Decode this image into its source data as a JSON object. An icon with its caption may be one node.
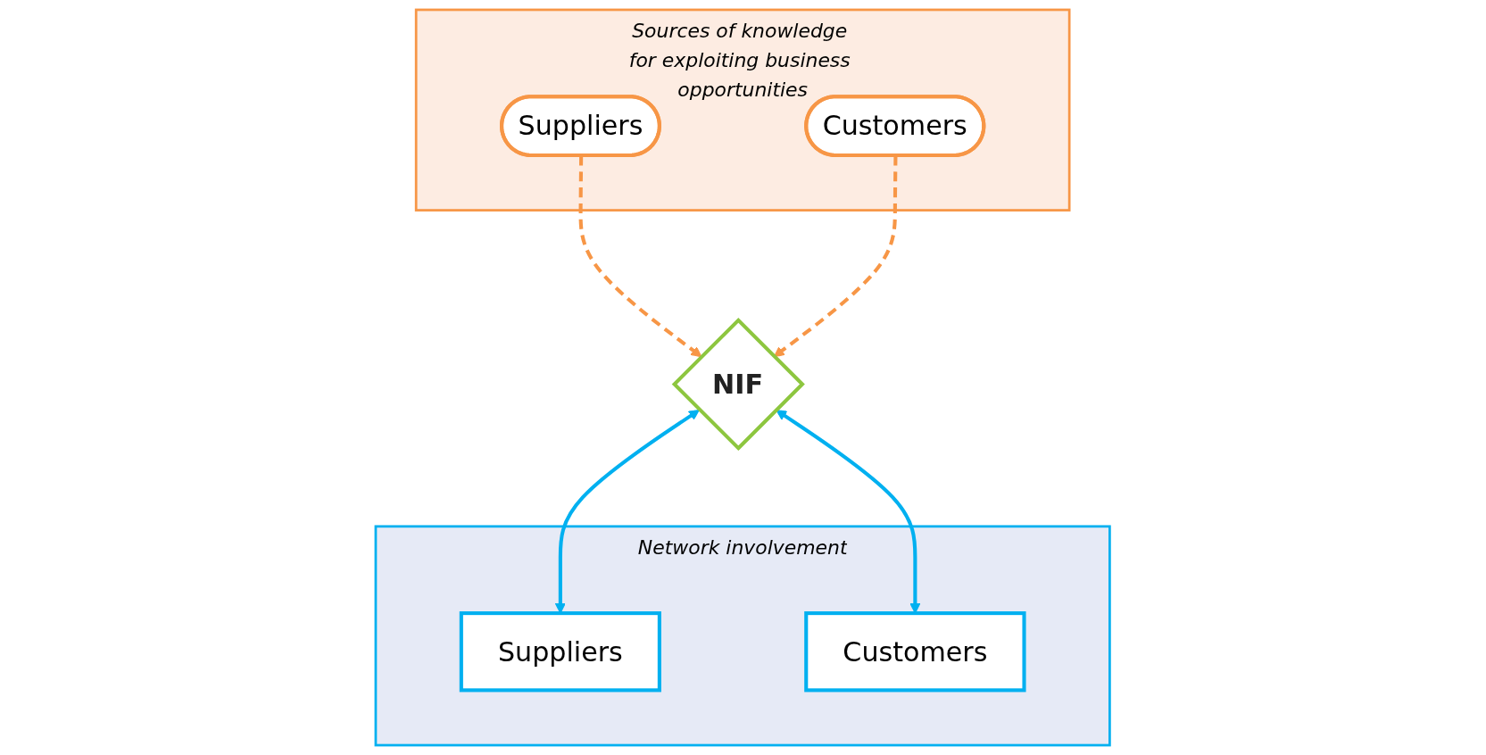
{
  "diagram": {
    "nodes": [
      {
        "text": [
          "Sources of knowledge for exploiting business opportunities"
        ]
      },
      {
        "text": [
          "Suppliers"
        ],
        "in": 0
      },
      {
        "text": [
          "Customers"
        ],
        "in": 0
      },
      {
        "text": [
          "NIF"
        ]
      },
      {
        "text": [
          "Network involvement"
        ]
      },
      {
        "text": [
          "Suppliers"
        ],
        "in": 4
      },
      {
        "text": [
          "Customers"
        ],
        "in": 4
      }
    ],
    "edges": [
      {
        "from": 1,
        "to": 3,
        "arrow": "to",
        "style": "dashed",
        "color": "#f79646"
      },
      {
        "from": 2,
        "to": 3,
        "arrow": "to",
        "style": "dashed",
        "color": "#f79646"
      },
      {
        "from": 3,
        "to": 5,
        "arrow": "both",
        "color": "#00b0f0"
      },
      {
        "from": 3,
        "to": 6,
        "arrow": "both",
        "color": "#00b0f0"
      }
    ]
  }
}
